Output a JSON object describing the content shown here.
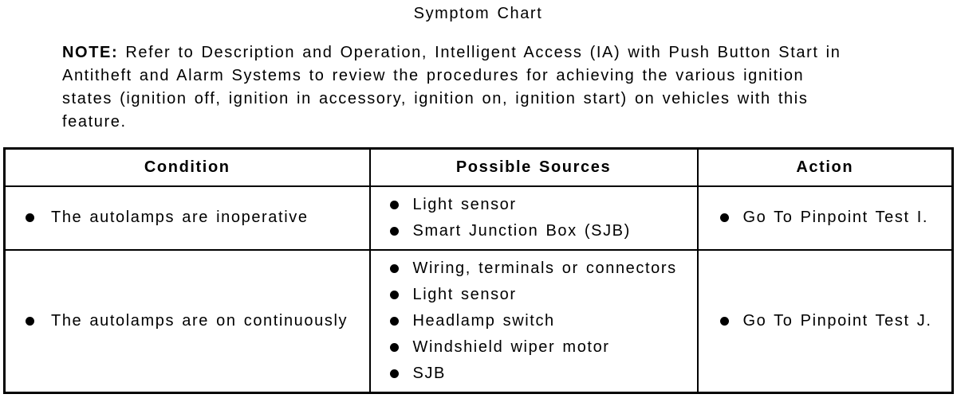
{
  "title": "Symptom Chart",
  "note": {
    "label": "NOTE:",
    "lines": [
      "Refer to Description and Operation, Intelligent Access (IA) with Push Button Start in",
      "Antitheft and Alarm Systems to review the procedures for achieving the various ignition",
      "states (ignition off, ignition in accessory, ignition on, ignition start) on vehicles with this",
      "feature."
    ]
  },
  "table": {
    "headers": [
      "Condition",
      "Possible Sources",
      "Action"
    ],
    "rows": [
      {
        "condition": [
          "The autolamps are inoperative"
        ],
        "possible_sources": [
          "Light sensor",
          "Smart Junction Box (SJB)"
        ],
        "action": [
          "Go To Pinpoint Test I."
        ]
      },
      {
        "condition": [
          "The autolamps are on continuously"
        ],
        "possible_sources": [
          "Wiring, terminals or connectors",
          "Light sensor",
          "Headlamp switch",
          "Windshield wiper motor",
          "SJB"
        ],
        "action": [
          "Go To Pinpoint Test J."
        ]
      }
    ]
  },
  "colors": {
    "text": "#000000",
    "background": "#ffffff",
    "border": "#000000"
  }
}
